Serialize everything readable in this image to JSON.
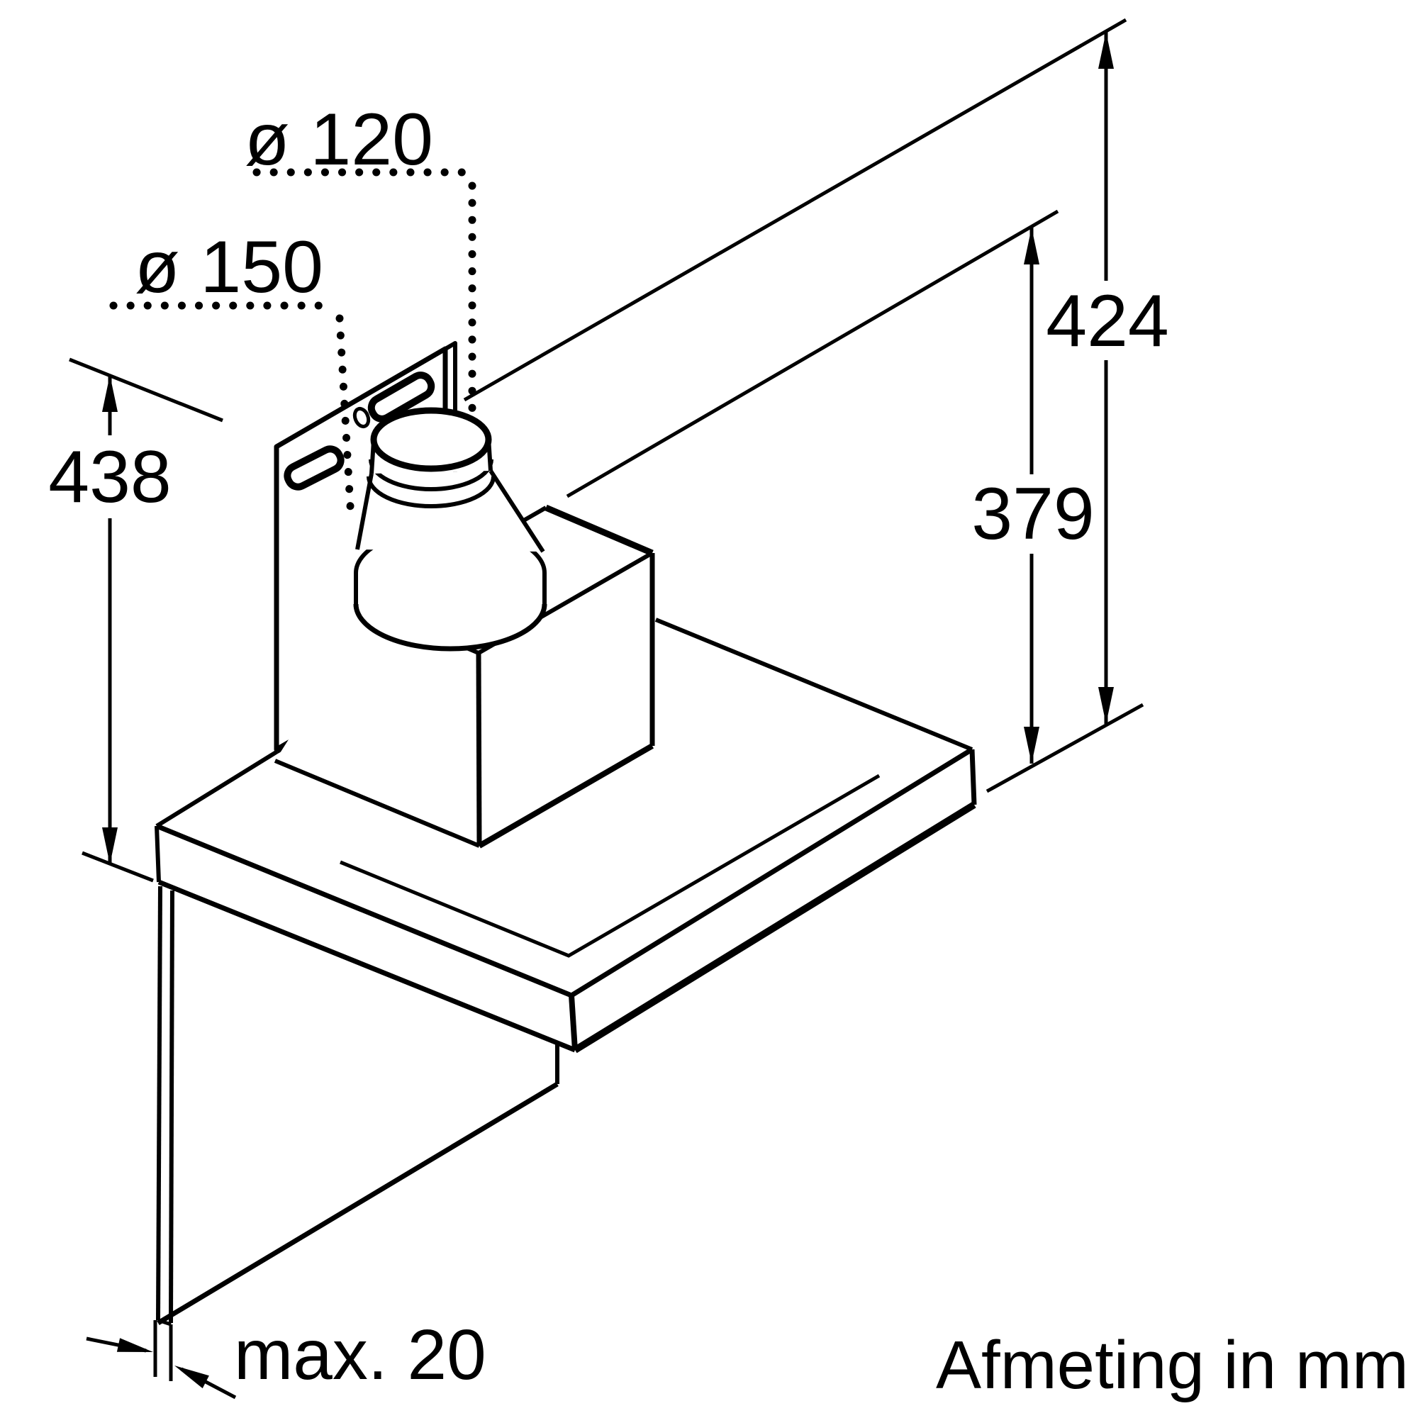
{
  "diagram": {
    "type": "installation-dimension-drawing",
    "subject": "wall-mounted cooker hood with mounting plate, duct adapter cone, motor box, canopy and flat screen panel",
    "unit": "mm",
    "caption": "Afmeting in mm",
    "colors": {
      "line": "#000000",
      "background": "#ffffff"
    },
    "labels": {
      "duct_small": "ø 120",
      "duct_large": "ø 150",
      "height_left": "438",
      "height_outer": "424",
      "height_inner": "379",
      "clearance": "max. 20"
    }
  }
}
